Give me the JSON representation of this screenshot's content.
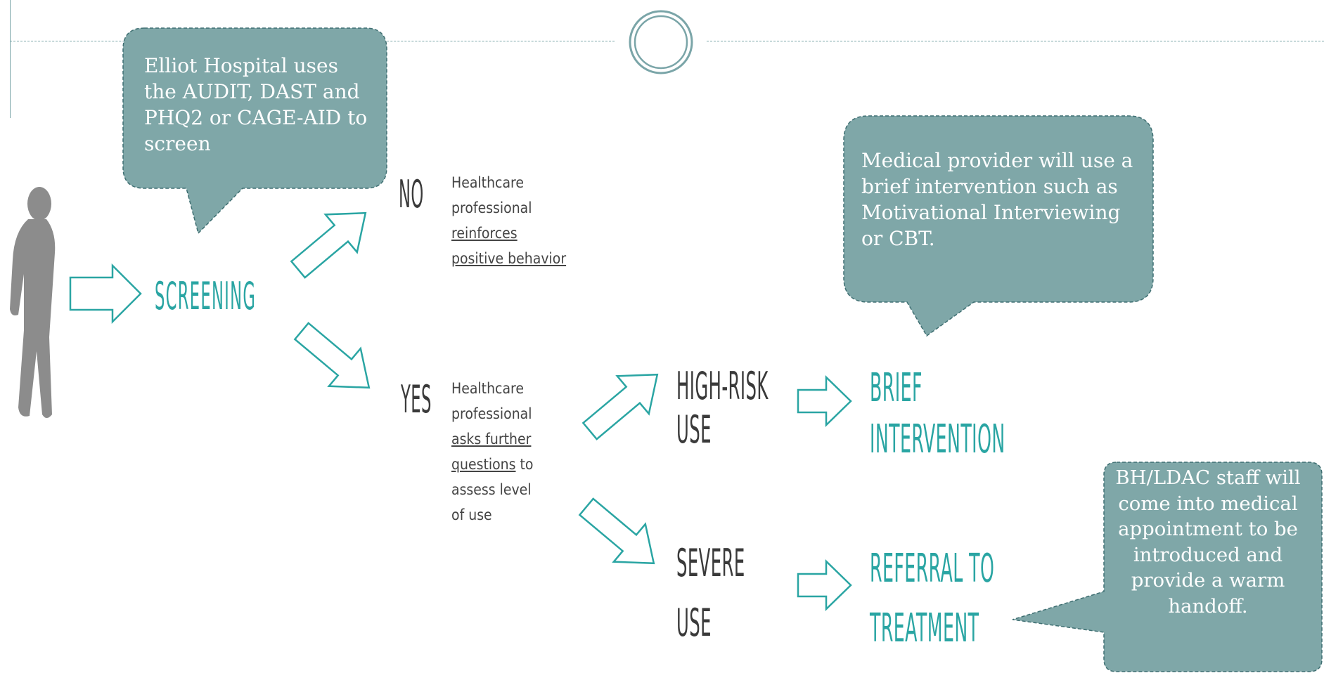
{
  "callouts": {
    "screen_tools": "Elliot Hospital uses the AUDIT, DAST and PHQ2 or CAGE-AID to screen",
    "brief_intervention": "Medical provider will use a brief intervention such as Motivational Interviewing or CBT.",
    "referral": "BH/LDAC staff will come into medical appointment to be introduced and provide a warm handoff."
  },
  "flow": {
    "screening": "SCREENING",
    "no_label": "NO",
    "no_desc": {
      "line1": "Healthcare",
      "line2": "professional",
      "line3": "reinforces",
      "line4": "positive behavior"
    },
    "yes_label": "YES",
    "yes_desc": {
      "line1": "Healthcare",
      "line2": "professional",
      "line3": "asks further",
      "line4a": "questions",
      "line4b": " to",
      "line5": "assess level",
      "line6": "of use"
    },
    "high_risk": {
      "line1": "HIGH-RISK",
      "line2": "USE"
    },
    "severe": {
      "line1": "SEVERE",
      "line2": "USE"
    },
    "brief": {
      "line1": "BRIEF",
      "line2": "INTERVENTION"
    },
    "referral": {
      "line1": "REFERRAL TO",
      "line2": "TREATMENT"
    }
  },
  "colors": {
    "callout_fill": "#7fa7a8",
    "arrow_stroke": "#2aa5a3",
    "frame": "#7aa5a8",
    "person": "#8c8c8c"
  },
  "icons": [
    "person-silhouette-icon",
    "circle-ornament-icon",
    "right-arrow-icon"
  ]
}
